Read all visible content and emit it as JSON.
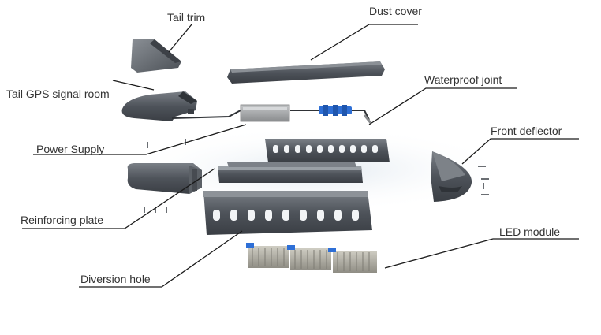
{
  "labels": {
    "tail_trim": "Tail trim",
    "dust_cover": "Dust cover",
    "tail_gps": "Tail GPS signal room",
    "waterproof_joint": "Waterproof joint",
    "power_supply": "Power Supply",
    "front_deflector": "Front deflector",
    "reinforcing_plate": "Reinforcing plate",
    "led_module": "LED module",
    "diversion_hole": "Diversion hole"
  },
  "colors": {
    "housing_dark": "#4a4f55",
    "housing_mid": "#6b7077",
    "housing_light": "#8d9298",
    "power_box": "#9a9c9e",
    "connector_blue": "#2e6fd6",
    "led_body": "#a8a69c",
    "leader_line": "#1a1a1a"
  }
}
